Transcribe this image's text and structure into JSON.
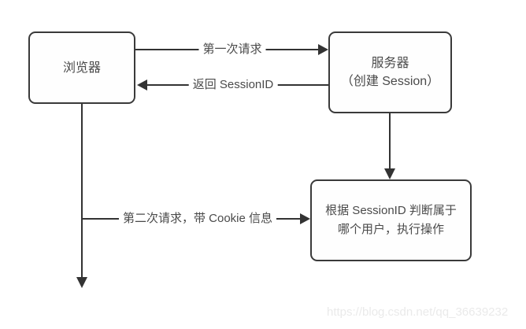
{
  "diagram": {
    "title": "Browser-Server Session flow diagram",
    "colors": {
      "background": "#ffffff",
      "line": "#333333",
      "box_border": "#3a3a3a",
      "text": "#4a4a4a",
      "watermark": "#eaeaea"
    },
    "nodes": {
      "browser": {
        "label": "浏览器"
      },
      "server": {
        "label_line1": "服务器",
        "label_line2": "（创建 Session）"
      },
      "action": {
        "label": "根据 SessionID 判断属于哪个用户，执行操作"
      }
    },
    "edges": {
      "first_request": {
        "label": "第一次请求",
        "from": "browser",
        "to": "server",
        "direction": "right"
      },
      "return_sessionid": {
        "label": "返回 SessionID",
        "from": "server",
        "to": "browser",
        "direction": "left"
      },
      "server_to_action": {
        "label": "",
        "from": "server",
        "to": "action",
        "direction": "down"
      },
      "second_request": {
        "label": "第二次请求，带 Cookie 信息",
        "from": "browser",
        "to": "action",
        "direction": "right"
      },
      "browser_continue": {
        "label": "",
        "from": "browser",
        "to": "",
        "direction": "down"
      }
    },
    "watermark": "https://blog.csdn.net/qq_36639232"
  }
}
